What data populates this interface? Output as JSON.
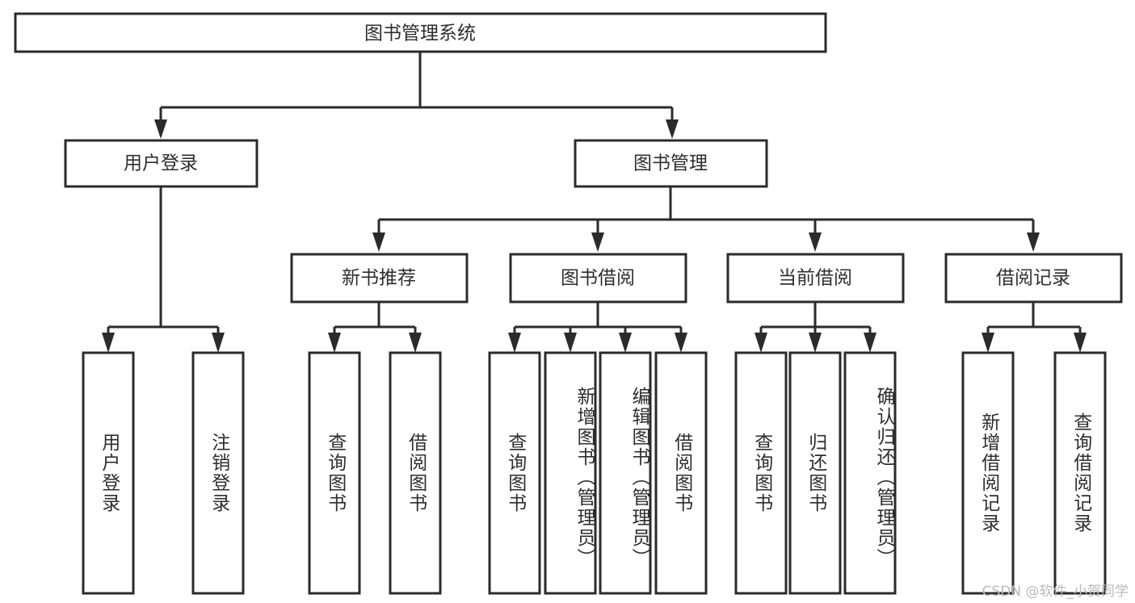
{
  "diagram": {
    "type": "tree-hierarchy",
    "title": "图书管理系统",
    "watermark": "CSDN @软件_小贺同学",
    "colors": {
      "background": "#ffffff",
      "box_stroke": "#2b2b2b",
      "box_fill": "#ffffff",
      "text": "#2e2e2e",
      "watermark": "#b9b9b9"
    },
    "root": {
      "id": "root",
      "label": "图书管理系统",
      "orientation": "horizontal"
    },
    "level1": [
      {
        "id": "user-login",
        "label": "用户登录",
        "orientation": "horizontal"
      },
      {
        "id": "book-management",
        "label": "图书管理",
        "orientation": "horizontal"
      }
    ],
    "level2": [
      {
        "id": "new-book-recommend",
        "label": "新书推荐",
        "orientation": "horizontal",
        "parent": "book-management"
      },
      {
        "id": "book-borrow",
        "label": "图书借阅",
        "orientation": "horizontal",
        "parent": "book-management"
      },
      {
        "id": "current-borrow",
        "label": "当前借阅",
        "orientation": "horizontal",
        "parent": "book-management"
      },
      {
        "id": "borrow-record",
        "label": "借阅记录",
        "orientation": "horizontal",
        "parent": "book-management"
      }
    ],
    "leaves": [
      {
        "id": "leaf-user-login",
        "label": "用户登录",
        "parent": "user-login"
      },
      {
        "id": "leaf-logout-login",
        "label": "注销登录",
        "parent": "user-login"
      },
      {
        "id": "leaf-query-book-1",
        "label": "查询图书",
        "parent": "new-book-recommend"
      },
      {
        "id": "leaf-borrow-book-1",
        "label": "借阅图书",
        "parent": "new-book-recommend"
      },
      {
        "id": "leaf-query-book-2",
        "label": "查询图书",
        "parent": "book-borrow"
      },
      {
        "id": "leaf-add-book-admin",
        "label": "新增图书（管理员）",
        "parent": "book-borrow"
      },
      {
        "id": "leaf-edit-book-admin",
        "label": "编辑图书（管理员）",
        "parent": "book-borrow"
      },
      {
        "id": "leaf-borrow-book-2",
        "label": "借阅图书",
        "parent": "book-borrow"
      },
      {
        "id": "leaf-query-book-3",
        "label": "查询图书",
        "parent": "current-borrow"
      },
      {
        "id": "leaf-return-book",
        "label": "归还图书",
        "parent": "current-borrow"
      },
      {
        "id": "leaf-confirm-return-admin",
        "label": "确认归还（管理员）",
        "parent": "current-borrow"
      },
      {
        "id": "leaf-add-borrow-record",
        "label": "新增借阅记录",
        "parent": "borrow-record"
      },
      {
        "id": "leaf-query-borrow-record",
        "label": "查询借阅记录",
        "parent": "borrow-record"
      }
    ]
  }
}
